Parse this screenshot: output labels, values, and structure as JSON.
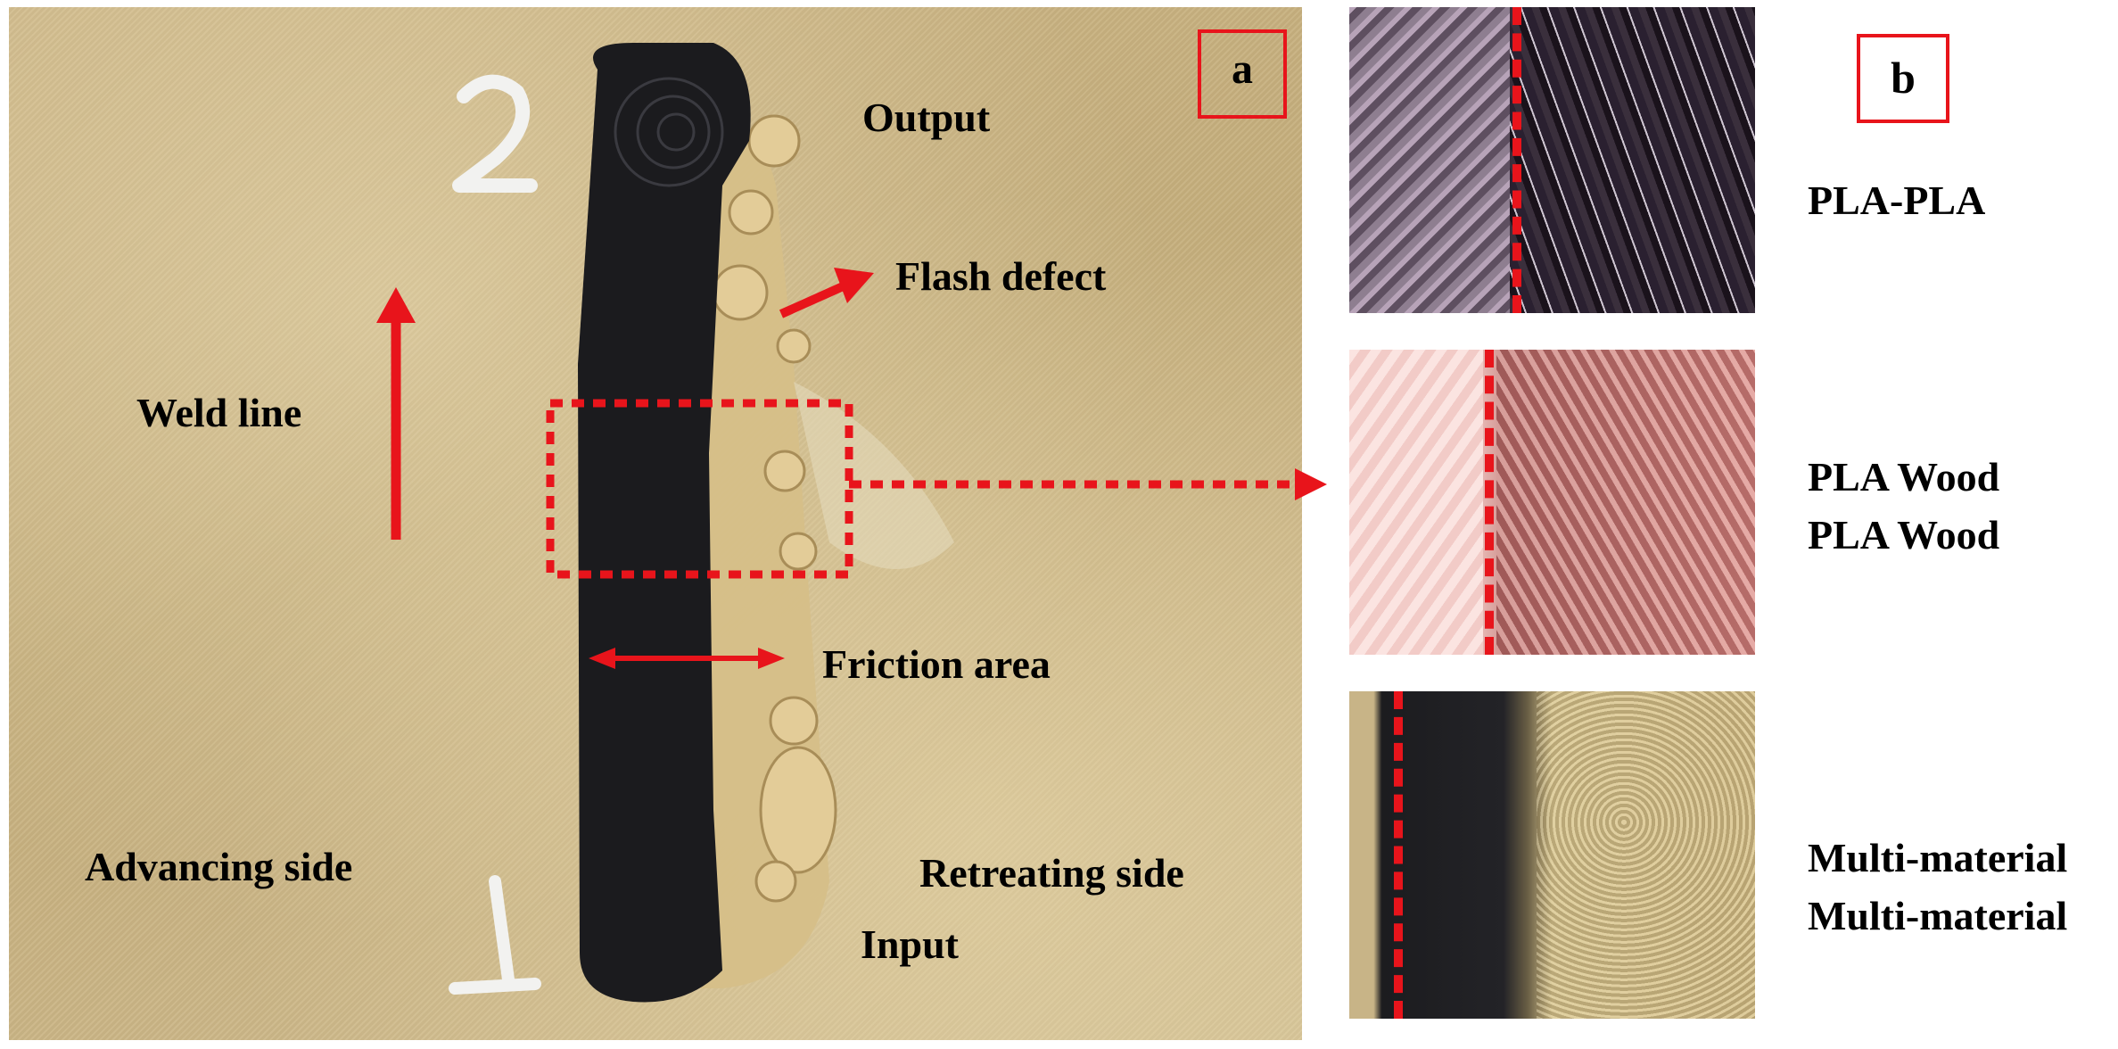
{
  "panel_a": {
    "tag": "a",
    "sample_numbers": {
      "top": "2",
      "bottom": "1"
    },
    "labels": {
      "output": "Output",
      "flash_defect": "Flash defect",
      "weld_line": "Weld line",
      "friction_area": "Friction area",
      "advancing_side": "Advancing side",
      "retreating_side": "Retreating side",
      "input": "Input"
    }
  },
  "panel_b": {
    "tag": "b",
    "insets": [
      {
        "label_line1": "PLA-PLA",
        "label_line2": ""
      },
      {
        "label_line1": "PLA Wood",
        "label_line2": "PLA Wood"
      },
      {
        "label_line1": "Multi-material",
        "label_line2": "Multi-material"
      }
    ]
  },
  "colors": {
    "annotation_red": "#e8141b",
    "board": "#c9b282",
    "weld_black": "#1a1a1c",
    "wood_flash": "#d8c08a"
  }
}
